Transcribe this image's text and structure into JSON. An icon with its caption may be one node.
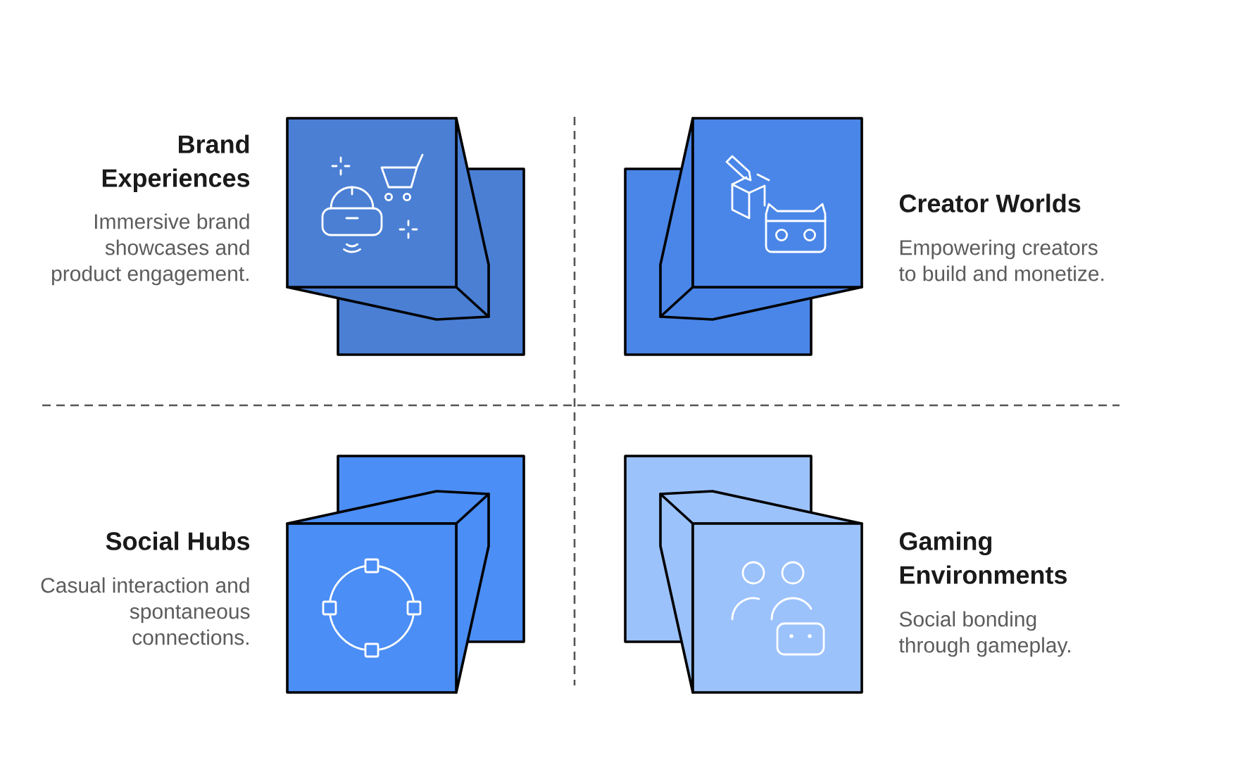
{
  "diagram": {
    "nodes": [
      {
        "text": [
          "Brand Experiences",
          "Immersive brand showcases and product engagement."
        ]
      },
      {
        "text": [
          "Creator Worlds",
          "Empowering creators to build and monetize."
        ]
      },
      {
        "text": [
          "Social Hubs",
          "Casual interaction and spontaneous connections."
        ]
      },
      {
        "text": [
          "Gaming Environments",
          "Social bonding through gameplay."
        ]
      }
    ]
  }
}
